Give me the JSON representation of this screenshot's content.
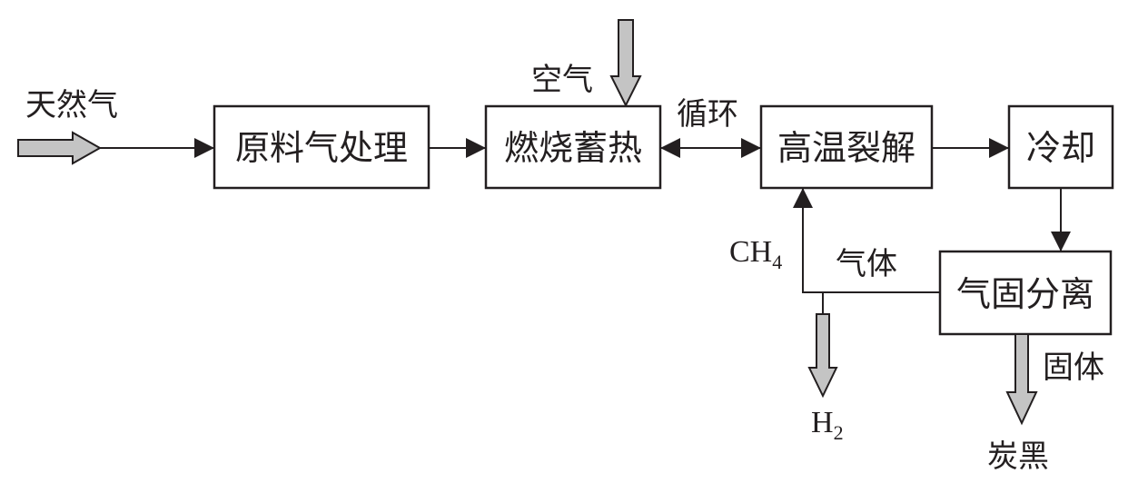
{
  "nodes": {
    "raw_gas": "原料气处理",
    "combustion": "燃烧蓄热",
    "pyrolysis": "高温裂解",
    "cooling": "冷却",
    "gas_solid_sep": "气固分离"
  },
  "labels": {
    "natural_gas": "天然气",
    "air": "空气",
    "cycle": "循环",
    "gas": "气体",
    "solid": "固体",
    "carbon_black": "炭黑",
    "ch4_main": "CH",
    "ch4_sub": "4",
    "h2_main": "H",
    "h2_sub": "2"
  },
  "colors": {
    "stroke": "#231f20",
    "hollow_arrow_fill": "#c4c4c4",
    "box_fill": "#ffffff"
  }
}
